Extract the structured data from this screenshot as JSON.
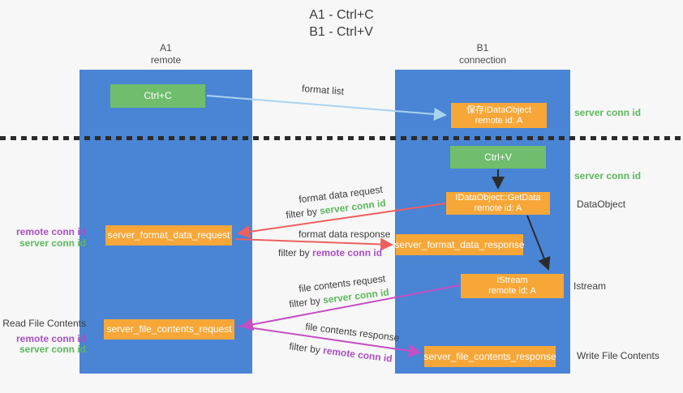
{
  "title": {
    "line1": "A1 - Ctrl+C",
    "line2": "B1 - Ctrl+V"
  },
  "lanes": {
    "left": {
      "name": "A1",
      "subtitle": "remote"
    },
    "right": {
      "name": "B1",
      "subtitle": "connection"
    }
  },
  "nodes": {
    "ctrl_c": {
      "label": "Ctrl+C"
    },
    "save_idataobject": {
      "line1": "保存IDataObject",
      "line2": "remote id: A"
    },
    "ctrl_v": {
      "label": "Ctrl+V"
    },
    "getdata": {
      "line1": "IDataObject::GetData",
      "line2": "remote id: A"
    },
    "format_request": {
      "label": "server_format_data_request"
    },
    "format_response": {
      "label": "server_format_data_response"
    },
    "istream": {
      "line1": "IStream",
      "line2": "remote id: A"
    },
    "file_request": {
      "label": "server_file_contents_request"
    },
    "file_response": {
      "label": "server_file_contents_response"
    }
  },
  "arrow_labels": {
    "format_list": "format list",
    "format_data_request": "format data request",
    "format_data_response": "format data response",
    "file_contents_request": "file contents request",
    "file_contents_response": "file contents response",
    "filter_by": "filter by",
    "server_conn_id": "server conn id",
    "remote_conn_id": "remote conn id"
  },
  "side_labels": {
    "right": {
      "server_conn_id_top": "server conn id",
      "server_conn_id_mid": "server conn id",
      "dataobject": "DataObject",
      "istream": "Istream",
      "write_file_contents": "Write File Contents"
    },
    "left": {
      "remote_conn_id_top": "remote conn id",
      "server_conn_id_top": "server conn id",
      "read_file_contents": "Read File Contents",
      "remote_conn_id_bottom": "remote conn id",
      "server_conn_id_bottom": "server conn id"
    }
  },
  "colors": {
    "lane_blue": "#4a84d4",
    "box_green": "#6fbd6d",
    "box_orange": "#f7a738",
    "arrow_lightblue": "#a9d3f1",
    "arrow_red": "#ee5f5f",
    "arrow_magenta": "#c44fc4",
    "arrow_black": "#2b2b2b",
    "text_green": "#5cb85c",
    "text_purple": "#a94fc0"
  }
}
